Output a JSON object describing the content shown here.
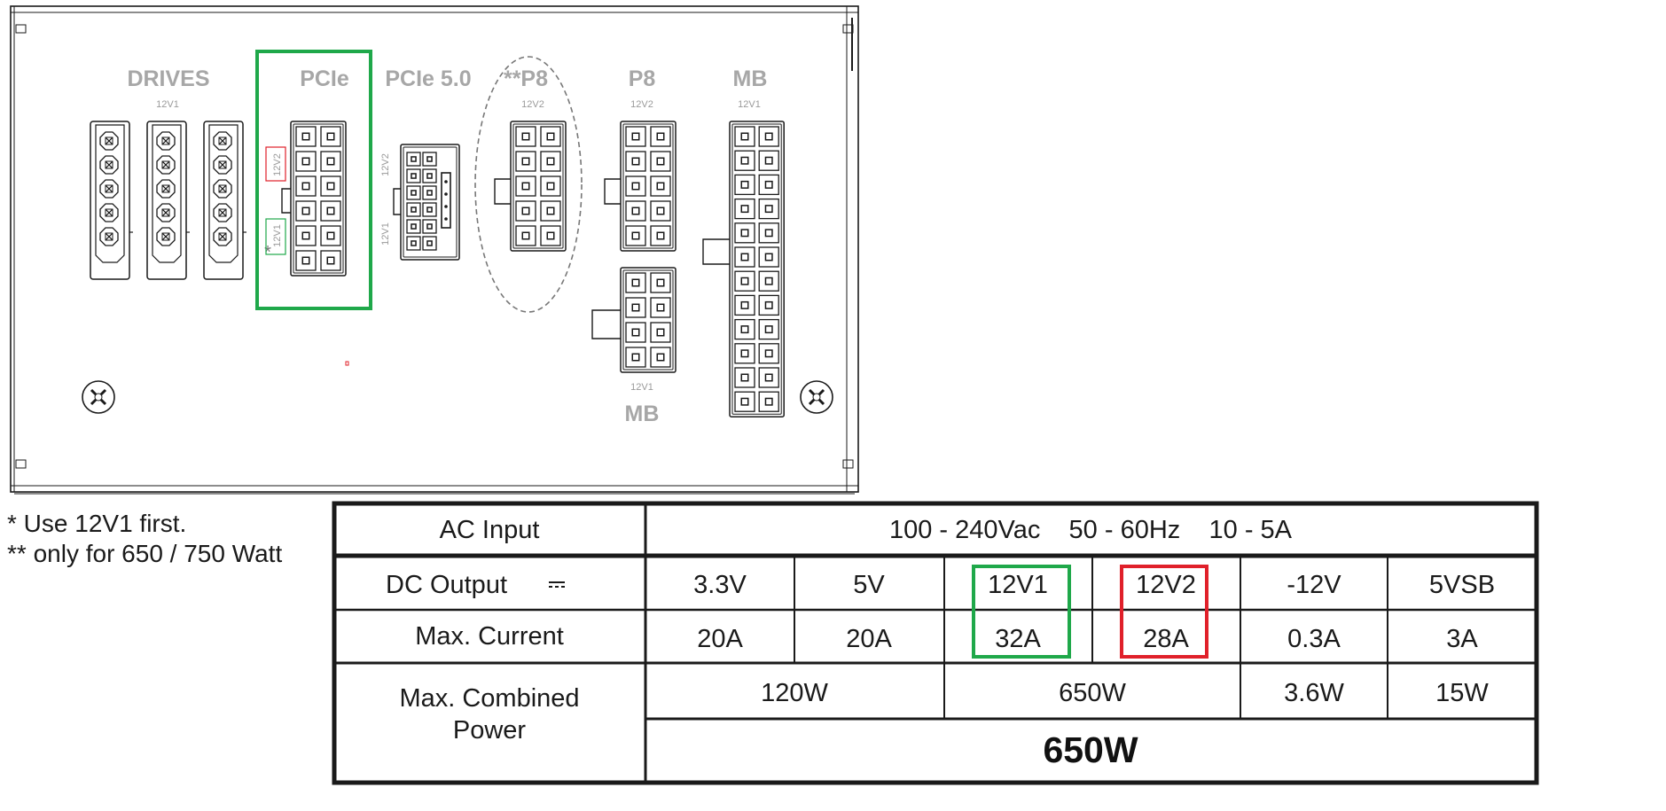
{
  "colors": {
    "highlight_12v1": "#1fa84a",
    "highlight_12v2": "#e0202a",
    "label_grey": "#a7a7a7",
    "line": "#1a1a1a"
  },
  "panel": {
    "headers": {
      "drives": "DRIVES",
      "pcie": "PCIe",
      "pcie5": "PCIe 5.0",
      "p8_optional": "**P8",
      "p8": "P8",
      "mb_top": "MB",
      "mb_bottom": "MB"
    },
    "rails": {
      "drives": "12V1",
      "p8_optional": "12V2",
      "p8": "12V2",
      "mb_top": "12V1",
      "mb_bottom": "12V1",
      "pcie_upper": "12V2",
      "pcie_lower": "12V1",
      "pcie5_upper": "12V2",
      "pcie5_lower": "12V1"
    },
    "pcie_star": "*",
    "icons": [
      "screw-icon",
      "screw-icon"
    ]
  },
  "notes": {
    "line1": "* Use 12V1 first.",
    "line2": "** only for 650 / 750 Watt"
  },
  "spec_table": {
    "ac_input": {
      "label": "AC Input",
      "value": "100 - 240Vac    50 - 60Hz    10 - 5A"
    },
    "dc_output": {
      "label": "DC Output",
      "dc_symbol": "dc-symbol-icon",
      "cols": [
        "3.3V",
        "5V",
        "12V1",
        "12V2",
        "-12V",
        "5VSB"
      ]
    },
    "max_current": {
      "label": "Max. Current",
      "cols": [
        "20A",
        "20A",
        "32A",
        "28A",
        "0.3A",
        "3A"
      ]
    },
    "max_combined": {
      "label_line1": "Max. Combined",
      "label_line2": "Power",
      "values": [
        "120W",
        "650W",
        "3.6W",
        "15W"
      ],
      "total": "650W"
    }
  }
}
